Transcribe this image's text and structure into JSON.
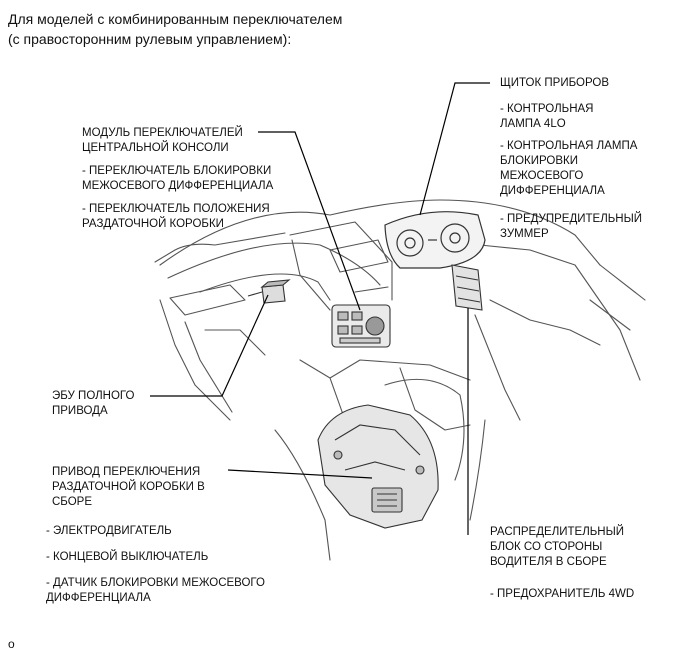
{
  "title": {
    "line1": "Для моделей с комбинированным переключателем",
    "line2": "(с правосторонним рулевым управлением):"
  },
  "labels": {
    "console_module": {
      "heading": [
        "МОДУЛЬ ПЕРЕКЛЮЧАТЕЛЕЙ",
        "ЦЕНТРАЛЬНОЙ КОНСОЛИ"
      ],
      "item1": [
        "- ПЕРЕКЛЮЧАТЕЛЬ БЛОКИРОВКИ",
        "МЕЖОСЕВОГО ДИФФЕРЕНЦИАЛА"
      ],
      "item2": [
        "- ПЕРЕКЛЮЧАТЕЛЬ ПОЛОЖЕНИЯ",
        "РАЗДАТОЧНОЙ КОРОБКИ"
      ]
    },
    "instrument_panel": {
      "heading": "ЩИТОК ПРИБОРОВ",
      "item1": [
        "- КОНТРОЛЬНАЯ",
        "ЛАМПА 4LO"
      ],
      "item2": [
        "- КОНТРОЛЬНАЯ ЛАМПА",
        "БЛОКИРОВКИ",
        "МЕЖОСЕВОГО",
        "ДИФФЕРЕНЦИАЛА"
      ],
      "item3": [
        "- ПРЕДУПРЕДИТЕЛЬНЫЙ",
        "ЗУММЕР"
      ]
    },
    "ecu": [
      "ЭБУ ПОЛНОГО",
      "ПРИВОДА"
    ],
    "actuator": {
      "heading": [
        "ПРИВОД ПЕРЕКЛЮЧЕНИЯ",
        "РАЗДАТОЧНОЙ КОРОБКИ В",
        "СБОРЕ"
      ],
      "item1": "- ЭЛЕКТРОДВИГАТЕЛЬ",
      "item2": "- КОНЦЕВОЙ ВЫКЛЮЧАТЕЛЬ",
      "item3": [
        "- ДАТЧИК БЛОКИРОВКИ МЕЖОСЕВОГО",
        "ДИФФЕРЕНЦИАЛА"
      ]
    },
    "junction_block": {
      "heading": [
        "РАСПРЕДЕЛИТЕЛЬНЫЙ",
        "БЛОК СО СТОРОНЫ",
        "ВОДИТЕЛЯ В СБОРЕ"
      ],
      "item1": "- ПРЕДОХРАНИТЕЛЬ 4WD"
    }
  },
  "figure_code": "o"
}
